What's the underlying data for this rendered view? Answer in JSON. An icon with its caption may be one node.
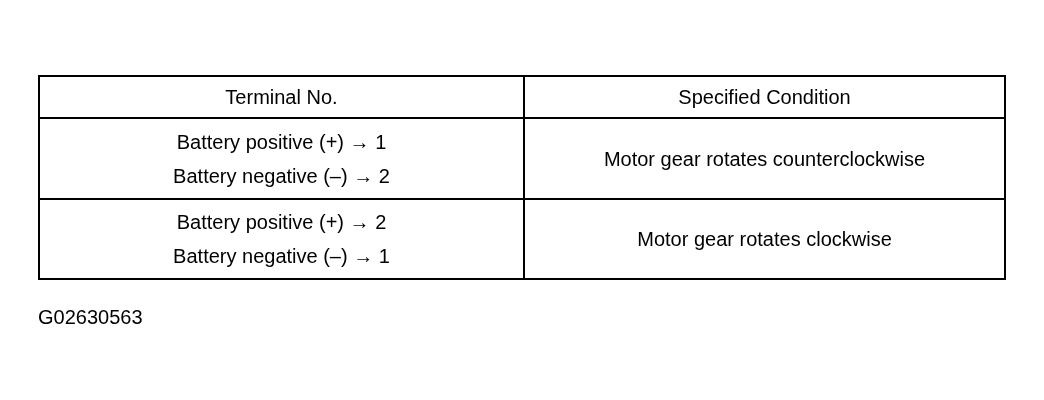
{
  "diagram": {
    "labels": [
      "Terminal No.",
      "Specified Condition",
      "Battery positive (+) → 1",
      "Battery negative (–) → 2",
      "Motor gear rotates counterclockwise",
      "Battery positive (+) → 2",
      "Battery negative (–) → 1",
      "Motor gear rotates clockwise",
      "G02630563"
    ]
  }
}
